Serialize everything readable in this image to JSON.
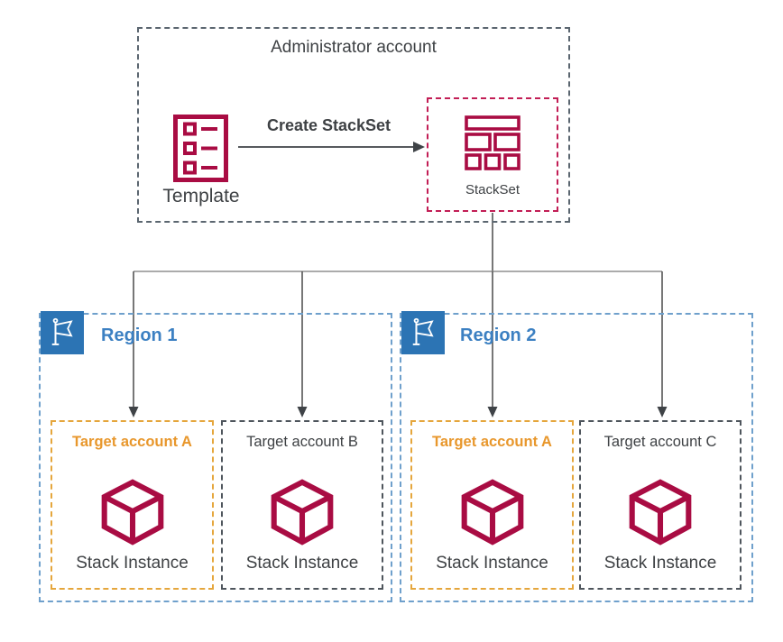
{
  "admin": {
    "title": "Administrator account",
    "template_label": "Template",
    "action_label": "Create StackSet",
    "stackset_label": "StackSet"
  },
  "regions": [
    {
      "label": "Region 1",
      "accounts": [
        {
          "label": "Target account A",
          "style": "highlight",
          "instance_label": "Stack Instance"
        },
        {
          "label": "Target account B",
          "style": "default",
          "instance_label": "Stack Instance"
        }
      ]
    },
    {
      "label": "Region 2",
      "accounts": [
        {
          "label": "Target account A",
          "style": "highlight",
          "instance_label": "Stack Instance"
        },
        {
          "label": "Target account C",
          "style": "default",
          "instance_label": "Stack Instance"
        }
      ]
    }
  ],
  "icons": {
    "template": "template-document-icon",
    "stackset": "stackset-bricks-icon",
    "region": "flag-icon",
    "instance": "cube-icon"
  },
  "colors": {
    "crimson": "#A90C43",
    "stackset_border": "#C21E56",
    "admin_border": "#5B6670",
    "default_border": "#4E555C",
    "region_border": "#6FA0CC",
    "flag_fill": "#2C74B4",
    "region_text": "#3C80C2",
    "highlight": "#E8972C",
    "highlight_border": "#E5A63C",
    "text": "#3E4144",
    "connector": "#8F8F8F",
    "connector_dark": "#555555",
    "arrow": "#3F4347"
  }
}
